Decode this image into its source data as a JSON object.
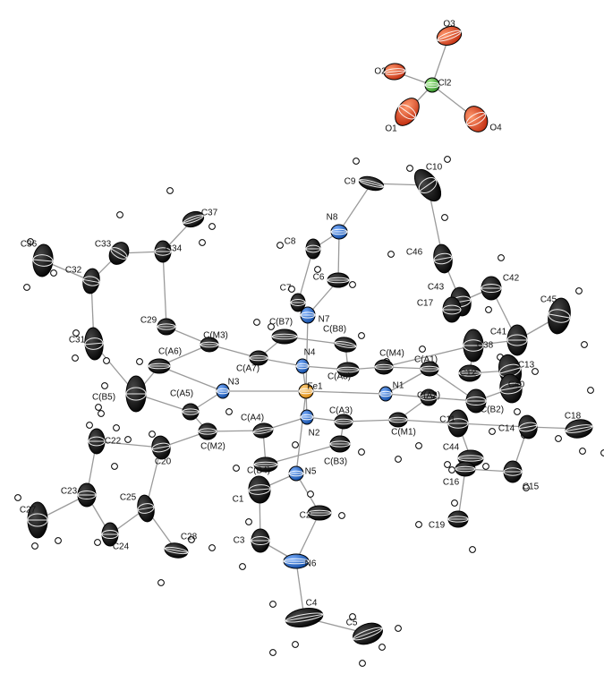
{
  "figure": {
    "description_free": true,
    "colors": {
      "carbon": "#0d0d0d",
      "nitrogen": "#1c63c6",
      "iron": "#f0a020",
      "chlorine": "#45b33c",
      "oxygen": "#e0401f",
      "hydrogen": "#ffffff",
      "bond": "#9a9a9a"
    }
  },
  "atoms": {
    "perchlorate": [
      {
        "id": "O3",
        "label": "O3"
      },
      {
        "id": "O2",
        "label": "O2"
      },
      {
        "id": "Cl2",
        "label": "Cl2"
      },
      {
        "id": "O1",
        "label": "O1"
      },
      {
        "id": "O4",
        "label": "O4"
      }
    ],
    "iron": [
      {
        "id": "Fe1",
        "label": "Fe1"
      }
    ],
    "nitrogen": [
      {
        "id": "N1",
        "label": "N1"
      },
      {
        "id": "N2",
        "label": "N2"
      },
      {
        "id": "N3",
        "label": "N3"
      },
      {
        "id": "N4",
        "label": "N4"
      },
      {
        "id": "N5",
        "label": "N5"
      },
      {
        "id": "N6",
        "label": "N6"
      },
      {
        "id": "N7",
        "label": "N7"
      },
      {
        "id": "N8",
        "label": "N8"
      }
    ],
    "carbon_labels": [
      "C9",
      "C10",
      "C46",
      "C8",
      "C37",
      "C36",
      "C33",
      "C34",
      "C32",
      "C7",
      "C6",
      "C(B7)",
      "C(B8)",
      "C43",
      "C42",
      "C17",
      "C45",
      "C29",
      "C(M3)",
      "C31",
      "C(A6)",
      "C(A7)",
      "C(M4)",
      "C38",
      "C41",
      "C(A1)",
      "C12",
      "C13",
      "C40",
      "C(A8)",
      "C(B5)",
      "C(A5)",
      "C(A2)",
      "C(B2)",
      "C18",
      "C(A4)",
      "C(A3)",
      "C(M1)",
      "C11",
      "C14",
      "C(M2)",
      "C44",
      "C22",
      "C20",
      "C(B4)",
      "C(B3)",
      "C16",
      "C15",
      "C1",
      "C23",
      "C25",
      "C2",
      "C19",
      "C27",
      "C28",
      "C3",
      "C24",
      "C4",
      "C5"
    ]
  }
}
